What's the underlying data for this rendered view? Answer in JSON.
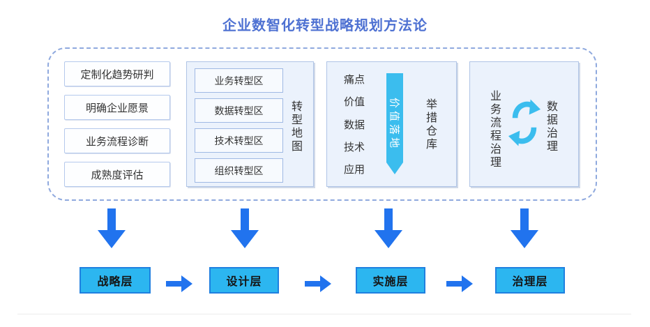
{
  "title": "企业数智化转型战略规划方法论",
  "diagram": {
    "strategy_column": {
      "items": [
        "定制化趋势研判",
        "明确企业愿景",
        "业务流程诊断",
        "成熟度评估"
      ]
    },
    "transform_map": {
      "boxes": [
        "业务转型区",
        "数据转型区",
        "技术转型区",
        "组织转型区"
      ],
      "label": "转型地图"
    },
    "value_landing": {
      "items": [
        "痛点",
        "价值",
        "数据",
        "技术",
        "应用"
      ],
      "arrow_label": "价值落地",
      "label": "举措仓库"
    },
    "governance": {
      "left_label": "业务流程治理",
      "right_label": "数据治理",
      "icon": "cycle-arrows-icon"
    },
    "layers": [
      "战略层",
      "设计层",
      "实施层",
      "治理层"
    ]
  },
  "colors": {
    "title_blue": "#4E71D2",
    "dashed_border": "#8FA9DE",
    "panel_bg": "#EBF2FC",
    "panel_border": "#AFC4E6",
    "box_bg": "#FDFEFF",
    "box_border": "#B5C9EC",
    "inner_box_bg": "#F7FAFE",
    "inner_box_border": "#9FB9E4",
    "arrow_blue": "#2173EE",
    "cyan": "#3BBDEE",
    "layer_bg": "#2CB6F0",
    "layer_border": "#1F80E0",
    "text_dark": "#333333",
    "divider": "#ECECEC"
  }
}
